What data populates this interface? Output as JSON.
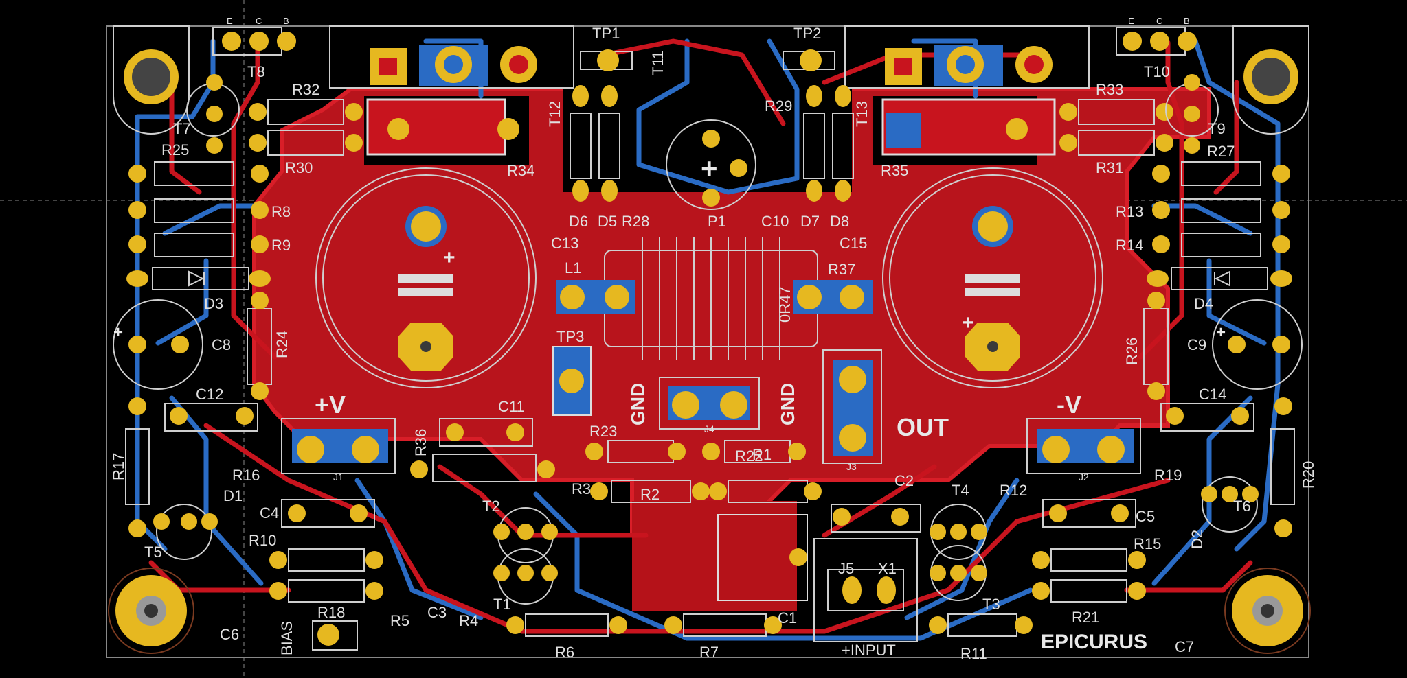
{
  "board": {
    "name": "EPICURUS",
    "colors": {
      "background": "#000000",
      "copper_top": "#c8141e",
      "copper_bottom": "#2a6bc4",
      "pad": "#e6b820",
      "silkscreen": "#d8d8d8"
    }
  },
  "silk_labels": {
    "tp1": "TP1",
    "tp2": "TP2",
    "tp3": "TP3",
    "t1": "T1",
    "t2": "T2",
    "t3": "T3",
    "t4": "T4",
    "t5": "T5",
    "t6": "T6",
    "t7": "T7",
    "t8": "T8",
    "t9": "T9",
    "t10": "T10",
    "t11": "T11",
    "t12": "T12",
    "t13": "T13",
    "r1": "R1",
    "r2": "R2",
    "r3": "R3",
    "r4": "R4",
    "r5": "R5",
    "r6": "R6",
    "r7": "R7",
    "r8": "R8",
    "r9": "R9",
    "r10": "R10",
    "r11": "R11",
    "r12": "R12",
    "r13": "R13",
    "r14": "R14",
    "r15": "R15",
    "r16": "R16",
    "r17": "R17",
    "r18": "R18",
    "r19": "R19",
    "r20": "R20",
    "r21": "R21",
    "r22": "R22",
    "r23": "R23",
    "r24": "R24",
    "r25": "R25",
    "r26": "R26",
    "r27": "R27",
    "r28": "R28",
    "r29": "R29",
    "r30": "R30",
    "r31": "R31",
    "r32": "R32",
    "r33": "R33",
    "r34": "R34",
    "r35": "R35",
    "r36": "R36",
    "r37": "R37",
    "c1": "C1",
    "c2": "C2",
    "c3": "C3",
    "c4": "C4",
    "c5": "C5",
    "c6": "C6",
    "c7": "C7",
    "c8": "C8",
    "c9": "C9",
    "c10": "C10",
    "c11": "C11",
    "c12": "C12",
    "c13": "C13",
    "c14": "C14",
    "c15": "C15",
    "d1": "D1",
    "d2": "D2",
    "d3": "D3",
    "d4": "D4",
    "d5": "D5",
    "d6": "D6",
    "d7": "D7",
    "d8": "D8",
    "l1": "L1",
    "p1": "P1",
    "j1": "J1",
    "j2": "J2",
    "j3": "J3",
    "j4": "J4",
    "j5": "J5",
    "x1": "X1",
    "plus_v": "+V",
    "minus_v": "-V",
    "out": "OUT",
    "gnd_left": "GND",
    "gnd_right": "GND",
    "bias": "BIAS",
    "input": "+INPUT",
    "l1_value": "0R47",
    "ecb_e": "E",
    "ecb_c": "C",
    "ecb_b": "B",
    "plus": "+"
  }
}
